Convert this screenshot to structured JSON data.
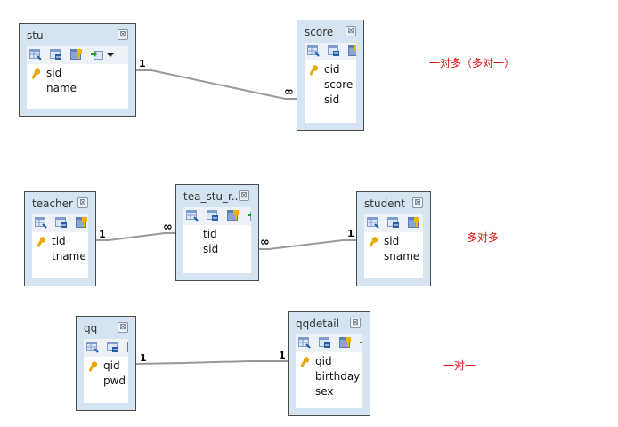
{
  "colors": {
    "link_line": "#999999",
    "note_text": "#e01010",
    "table_frame": "#d6e3f1"
  },
  "tables": [
    {
      "id": "stu",
      "title": "stu",
      "toolbar_icons": [
        "edit-table-icon",
        "table-form-icon",
        "primary-key-icon",
        "import-icon",
        "dropdown-arrow-icon"
      ],
      "fields": [
        {
          "name": "sid",
          "key": true
        },
        {
          "name": "name",
          "key": false
        }
      ]
    },
    {
      "id": "score",
      "title": "score",
      "toolbar_icons": [
        "edit-table-icon",
        "table-form-icon",
        "primary-key-icon"
      ],
      "fields": [
        {
          "name": "cid",
          "key": true
        },
        {
          "name": "score",
          "key": false
        },
        {
          "name": "sid",
          "key": false
        }
      ]
    },
    {
      "id": "teacher",
      "title": "teacher",
      "toolbar_icons": [
        "edit-table-icon",
        "table-form-icon",
        "primary-key-icon"
      ],
      "fields": [
        {
          "name": "tid",
          "key": true
        },
        {
          "name": "tname",
          "key": false
        }
      ]
    },
    {
      "id": "tea_stu_r",
      "title": "tea_stu_r...",
      "toolbar_icons": [
        "edit-table-icon",
        "table-form-icon",
        "primary-key-icon",
        "import-icon"
      ],
      "fields": [
        {
          "name": "tid",
          "key": false
        },
        {
          "name": "sid",
          "key": false
        }
      ]
    },
    {
      "id": "student",
      "title": "student",
      "toolbar_icons": [
        "edit-table-icon",
        "table-form-icon",
        "primary-key-icon"
      ],
      "fields": [
        {
          "name": "sid",
          "key": true
        },
        {
          "name": "sname",
          "key": false
        }
      ]
    },
    {
      "id": "qq",
      "title": "qq",
      "toolbar_icons": [
        "edit-table-icon",
        "table-form-icon",
        "primary-key-icon"
      ],
      "fields": [
        {
          "name": "qid",
          "key": true
        },
        {
          "name": "pwd",
          "key": false
        }
      ]
    },
    {
      "id": "qqdetail",
      "title": "qqdetail",
      "toolbar_icons": [
        "edit-table-icon",
        "table-form-icon",
        "primary-key-icon",
        "import-icon"
      ],
      "fields": [
        {
          "name": "qid",
          "key": true
        },
        {
          "name": "birthday",
          "key": false
        },
        {
          "name": "sex",
          "key": false
        }
      ]
    }
  ],
  "close_glyph": "⊠",
  "relations": [
    {
      "from": "stu",
      "to": "score",
      "from_card": "1",
      "to_card": "∞"
    },
    {
      "from": "teacher",
      "to": "tea_stu_r",
      "from_card": "1",
      "to_card": "∞"
    },
    {
      "from": "student",
      "to": "tea_stu_r",
      "from_card": "1",
      "to_card": "∞"
    },
    {
      "from": "qq",
      "to": "qqdetail",
      "from_card": "1",
      "to_card": "1"
    }
  ],
  "notes": {
    "one_to_many": "一对多（多对一）",
    "many_to_many": "多对多",
    "one_to_one": "一对一"
  }
}
